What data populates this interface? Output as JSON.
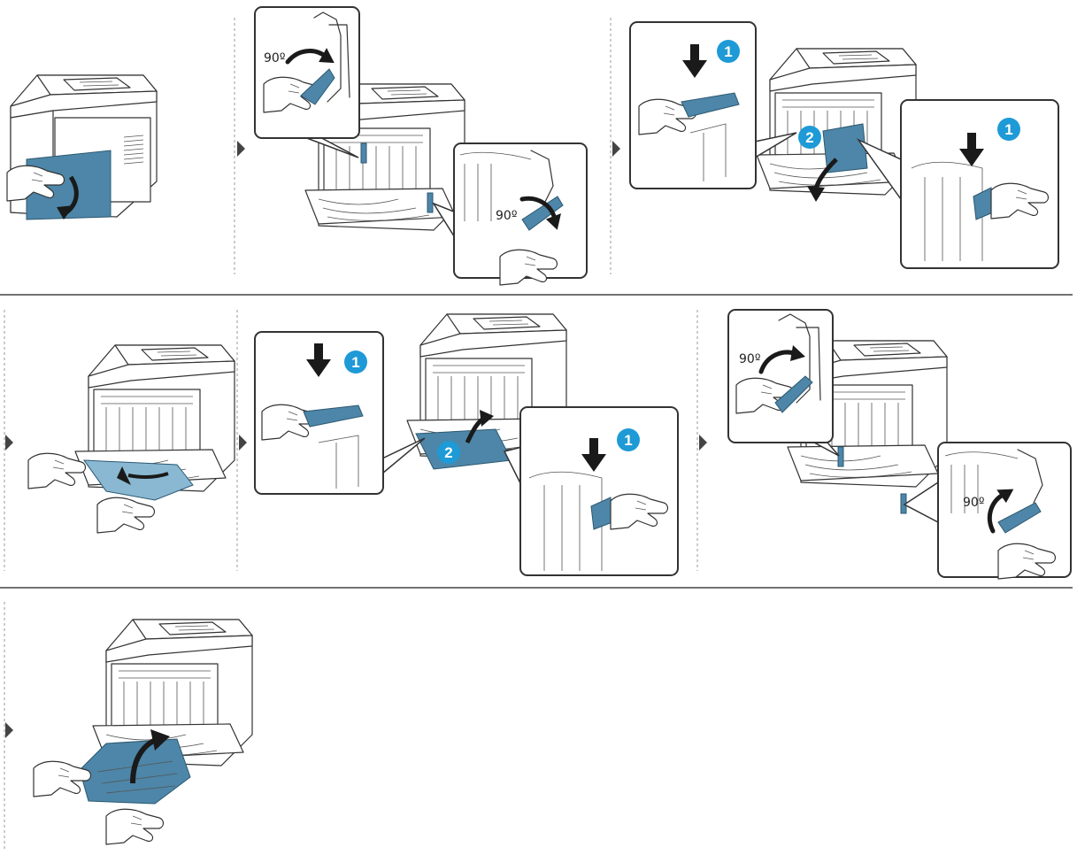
{
  "angle_label": "90º",
  "step_numbers": {
    "one": "1",
    "two": "2"
  },
  "colors": {
    "accent_blue": "#4d86a8",
    "badge_blue": "#1e9ad6",
    "step_marker": "#444444",
    "separator": "#444444",
    "dashed_divider": "#999999"
  },
  "icons": [
    "rotate-arrow-icon",
    "push-down-arrow-icon",
    "step-triangle-icon",
    "hand-icon",
    "lever-icon",
    "printer-icon"
  ],
  "steps": [
    {
      "id": "open-rear-cover"
    },
    {
      "id": "rotate-levers-down",
      "angle": "90º"
    },
    {
      "id": "press-and-open-duplex-guide",
      "badges": [
        "1",
        "2",
        "1"
      ]
    },
    {
      "id": "pull-out-jammed-paper"
    },
    {
      "id": "press-and-close-duplex-guide",
      "badges": [
        "1",
        "2",
        "1"
      ]
    },
    {
      "id": "rotate-levers-up",
      "angle": "90º"
    },
    {
      "id": "close-rear-cover"
    }
  ]
}
